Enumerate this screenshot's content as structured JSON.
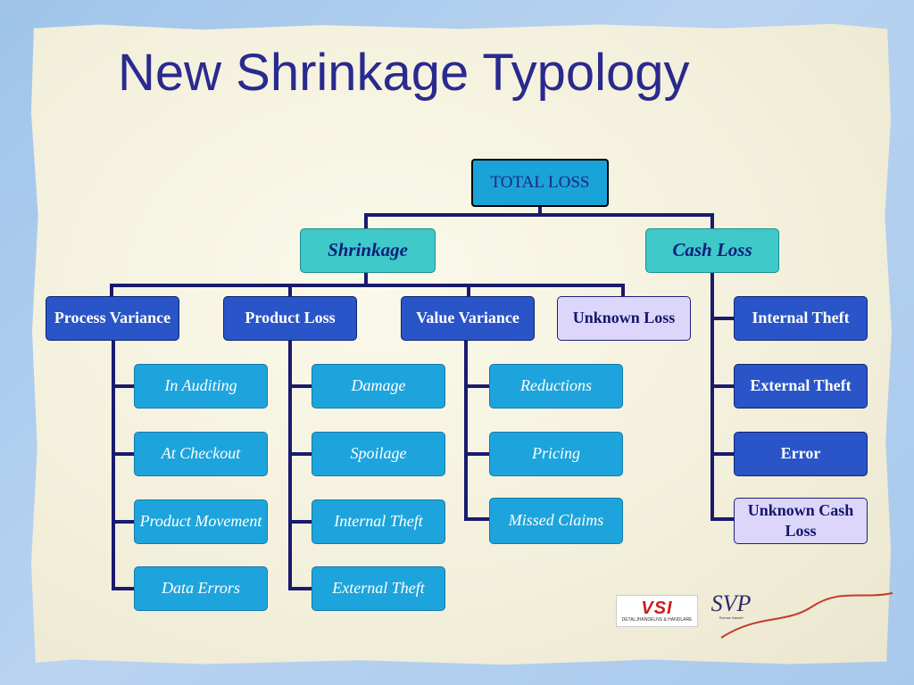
{
  "title": "New Shrinkage Typology",
  "colors": {
    "title": "#2a2a8e",
    "line": "#1a1a6e",
    "total_box": "#1aa3d8",
    "category_box": "#3fc9c9",
    "sub_box": "#2a55c8",
    "unknown_box": "#dcd6fb",
    "leaf_box": "#1ea4dc",
    "thread": "#c43a2a"
  },
  "root": {
    "label": "TOTAL LOSS"
  },
  "categories": [
    {
      "label": "Shrinkage"
    },
    {
      "label": "Cash Loss"
    }
  ],
  "shrinkage_types": [
    {
      "label": "Process Variance",
      "items": [
        "In Auditing",
        "At Checkout",
        "Product Movement",
        "Data Errors"
      ]
    },
    {
      "label": "Product Loss",
      "items": [
        "Damage",
        "Spoilage",
        "Internal Theft",
        "External Theft"
      ]
    },
    {
      "label": "Value Variance",
      "items": [
        "Reductions",
        "Pricing",
        "Missed Claims"
      ]
    },
    {
      "label": "Unknown Loss",
      "items": []
    }
  ],
  "cash_loss_types": [
    "Internal Theft",
    "External Theft",
    "Error",
    "Unknown Cash Loss"
  ],
  "logos": [
    {
      "name": "vsi-logo",
      "text": "VSI",
      "caption": "DETALJHANDELNS & HANDLARE"
    },
    {
      "name": "svp-logo",
      "text": "SVP",
      "caption": "Svensk Handel"
    }
  ]
}
